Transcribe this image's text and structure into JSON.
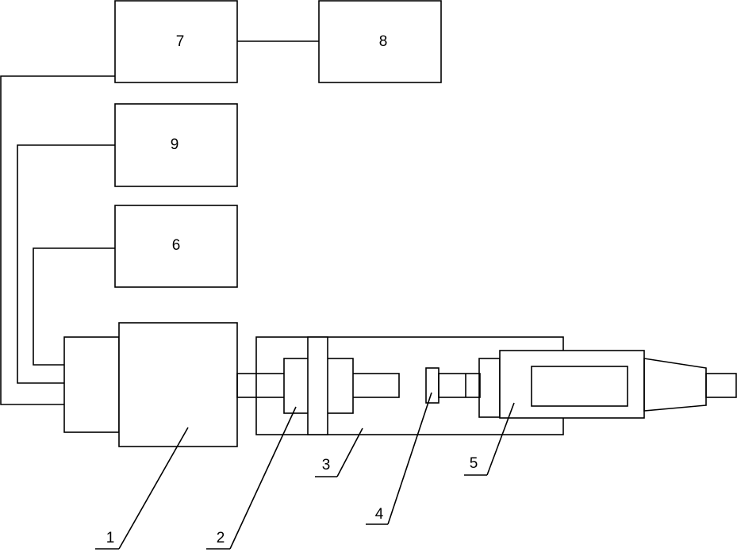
{
  "blocks": {
    "b7": "7",
    "b8": "8",
    "b9": "9",
    "b6": "6"
  },
  "callouts": {
    "c1": "1",
    "c2": "2",
    "c3": "3",
    "c4": "4",
    "c5": "5"
  },
  "colors": {
    "line": "#000000",
    "background": "#ffffff"
  }
}
